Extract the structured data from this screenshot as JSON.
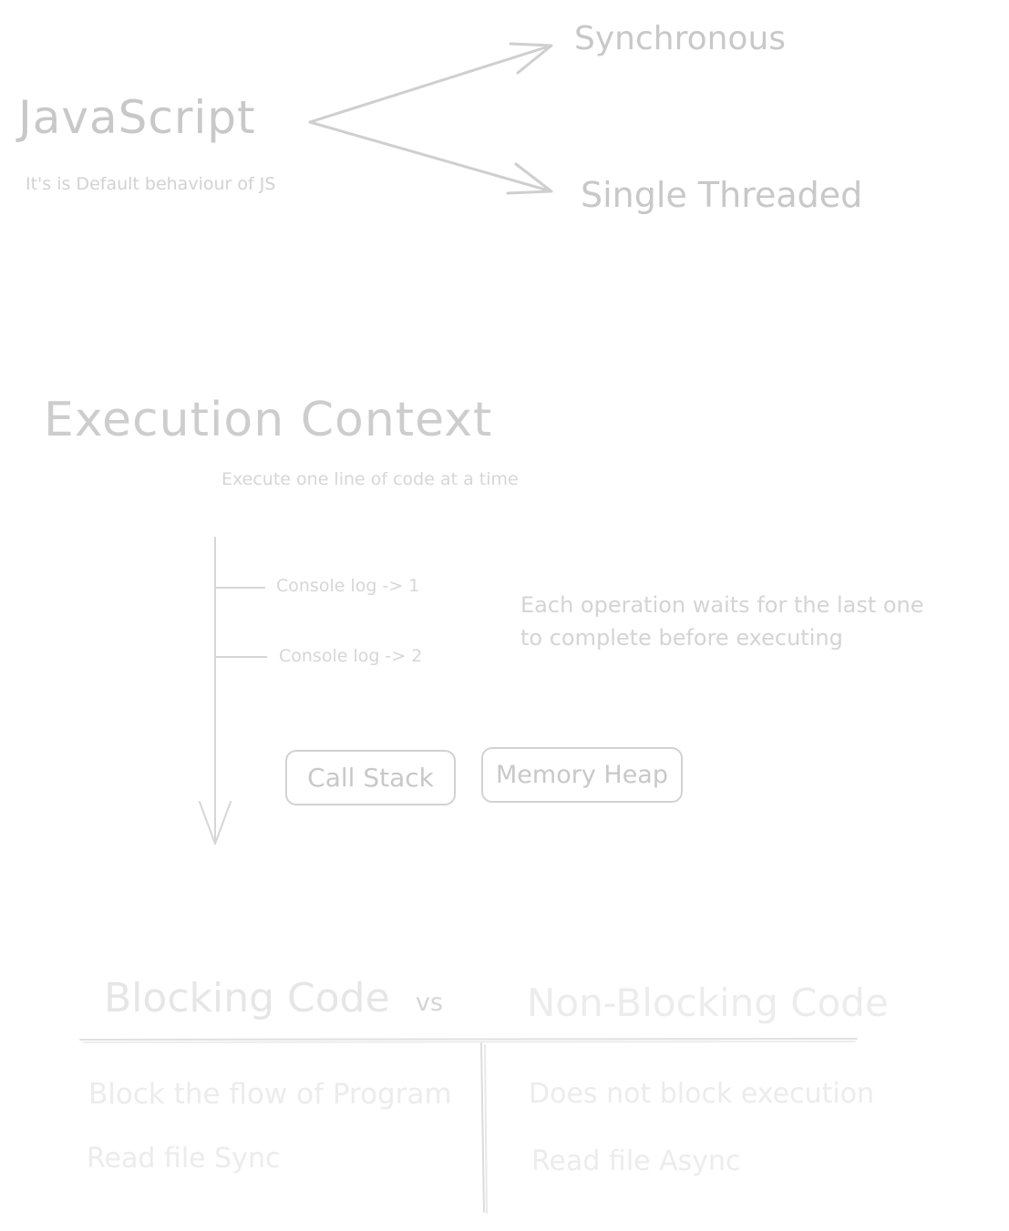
{
  "section1": {
    "title": "JavaScript",
    "subtitle": "It's is Default behaviour of JS",
    "branch_top": "Synchronous",
    "branch_bottom": "Single Threaded"
  },
  "section2": {
    "title": "Execution Context",
    "subtitle": "Execute one line of code at a time",
    "log1": "Console log -> 1",
    "log2": "Console log -> 2",
    "description_line1": "Each operation waits for the last one",
    "description_line2": "to complete before executing",
    "box_call_stack": "Call Stack",
    "box_memory_heap": "Memory Heap"
  },
  "section3": {
    "left_heading": "Blocking Code",
    "vs": "vs",
    "right_heading": "Non-Blocking Code",
    "left_items": [
      "Block the flow of Program",
      "Read file Sync"
    ],
    "right_items": [
      "Does not block execution",
      "Read file Async"
    ]
  },
  "colors": {
    "stroke": "#cfcfcf",
    "text_primary": "#c8c8c8",
    "text_faint": "#ececec"
  }
}
